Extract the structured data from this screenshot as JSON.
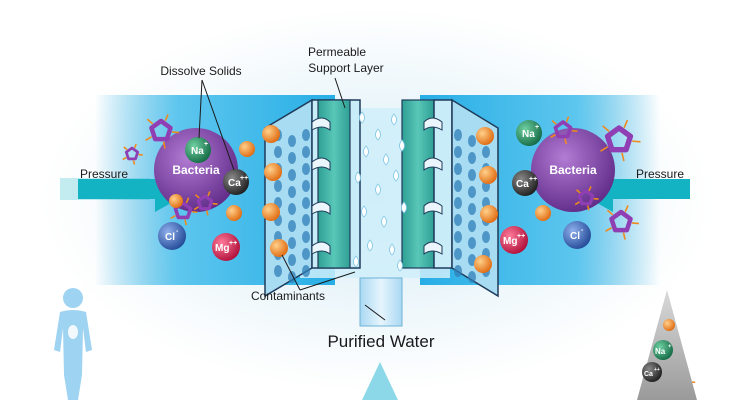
{
  "labels": {
    "dissolve_solids": "Dissolve Solids",
    "permeable_line1": "Permeable",
    "permeable_line2": "Support Layer",
    "pressure_left": "Pressure",
    "pressure_right": "Pressure",
    "bacteria_left": "Bacteria",
    "bacteria_right": "Bacteria",
    "contaminants": "Contaminants",
    "purified_water": "Purified Water"
  },
  "ions": {
    "na": "Na",
    "ca": "Ca",
    "cl": "Cl",
    "mg": "Mg",
    "plus": "+",
    "plusplus": "++",
    "minus": "-"
  },
  "colors": {
    "water_glow": "#1fa6de",
    "membrane_teal": "#3fb3a6",
    "bacteria_purple": "#7b3fa0",
    "contaminant_orange": "#f08a24",
    "sodium_green": "#1f8a5c",
    "chloride_blue": "#3a63b8",
    "magnesium_red": "#d81f4f",
    "calcium_dark": "#3a3a3a",
    "arrow_cyan": "#14b6c8",
    "human_blue": "#9fd3f2"
  }
}
